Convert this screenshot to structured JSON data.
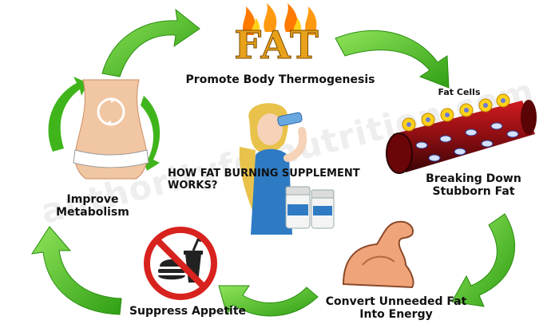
{
  "title_word": "FAT",
  "steps": {
    "thermogenesis": "Promote Body Thermogenesis",
    "breakdown": [
      "Breaking Down",
      "Stubborn Fat"
    ],
    "convert": [
      "Convert Unneeded Fat",
      "Into Energy"
    ],
    "suppress": "Suppress Appetite",
    "metabolism": [
      "Improve",
      "Metabolism"
    ]
  },
  "fat_cells_label": "Fat Cells",
  "center_title": [
    "HOW FAT BURNING SUPPLEMENT",
    "WORKS?"
  ],
  "watermark": "authorityfornutrition.com",
  "colors": {
    "arrow_green": "#3fb51b",
    "arrow_green_light": "#8fe35a",
    "fat_gold": "#e8a11a",
    "fat_flame": "#ff6a00",
    "vessel_red": "#8b0e12",
    "no_sign_red": "#d8221d",
    "muscle_skin": "#f0a47a"
  },
  "icons": [
    "fat-flame-icon",
    "fat-vessel-icon",
    "muscle-arm-icon",
    "no-food-sign-icon",
    "waist-icon",
    "woman-drinking-icon",
    "supplement-bottles-icon"
  ]
}
